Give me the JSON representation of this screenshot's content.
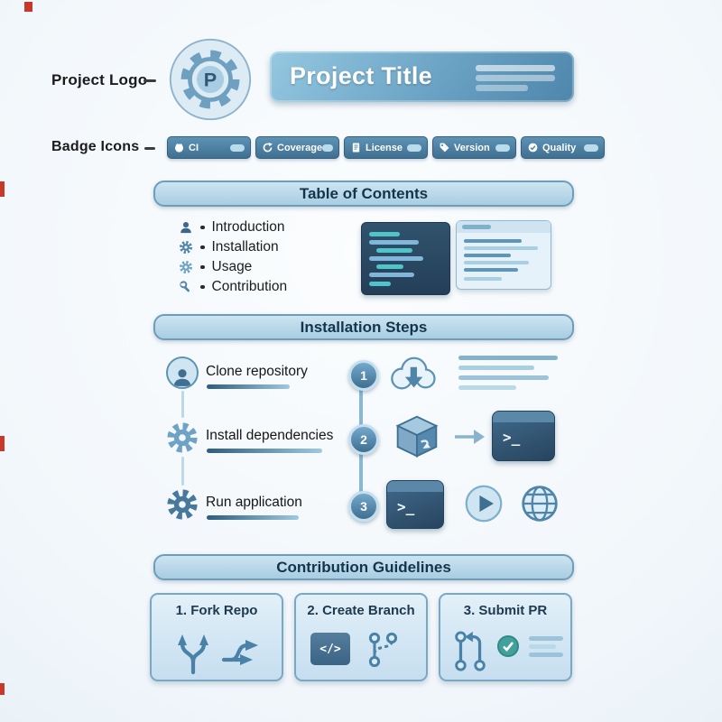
{
  "header": {
    "logo_label": "Project Logo",
    "logo_letter": "P",
    "title": "Project Title"
  },
  "badges": {
    "label": "Badge Icons",
    "items": [
      {
        "label": "CI",
        "icon": "github-icon"
      },
      {
        "label": "Coverage",
        "icon": "refresh-icon"
      },
      {
        "label": "License",
        "icon": "document-icon"
      },
      {
        "label": "Version",
        "icon": "tag-icon"
      },
      {
        "label": "Quality",
        "icon": "check-icon"
      }
    ]
  },
  "toc": {
    "title": "Table of Contents",
    "items": [
      {
        "label": "Introduction",
        "icon": "person-icon"
      },
      {
        "label": "Installation",
        "icon": "gear-icon"
      },
      {
        "label": "Usage",
        "icon": "gear-icon"
      },
      {
        "label": "Contribution",
        "icon": "wrench-icon"
      }
    ]
  },
  "installation": {
    "title": "Installation Steps",
    "terminal_prompt": ">_",
    "steps": [
      {
        "number": "1",
        "label": "Clone repository",
        "icon": "person-icon",
        "visual": "cloud-download-icon"
      },
      {
        "number": "2",
        "label": "Install dependencies",
        "icon": "gear-icon",
        "visual": "package-icon"
      },
      {
        "number": "3",
        "label": "Run application",
        "icon": "gear-icon",
        "visual": "terminal-icon"
      }
    ]
  },
  "contribution": {
    "title": "Contribution Guidelines",
    "cards": [
      {
        "title": "1. Fork Repo",
        "icon": "fork-icon"
      },
      {
        "title": "2. Create Branch",
        "icon": "branch-icon",
        "code_tag": "</>"
      },
      {
        "title": "3. Submit PR",
        "icon": "pull-request-icon"
      }
    ]
  },
  "colors": {
    "accent": "#4f85a8",
    "accent_dark": "#3f6f91",
    "banner_gradient_start": "#95c8e0",
    "banner_gradient_end": "#4e86ac",
    "section_header_fill": "#bcd9ea",
    "section_border": "#6d9dbb",
    "code_window_dark": "#2b4961",
    "code_teal": "#4fc4c9",
    "text_dark": "#1b2b38",
    "background": "#f5f9fc"
  }
}
